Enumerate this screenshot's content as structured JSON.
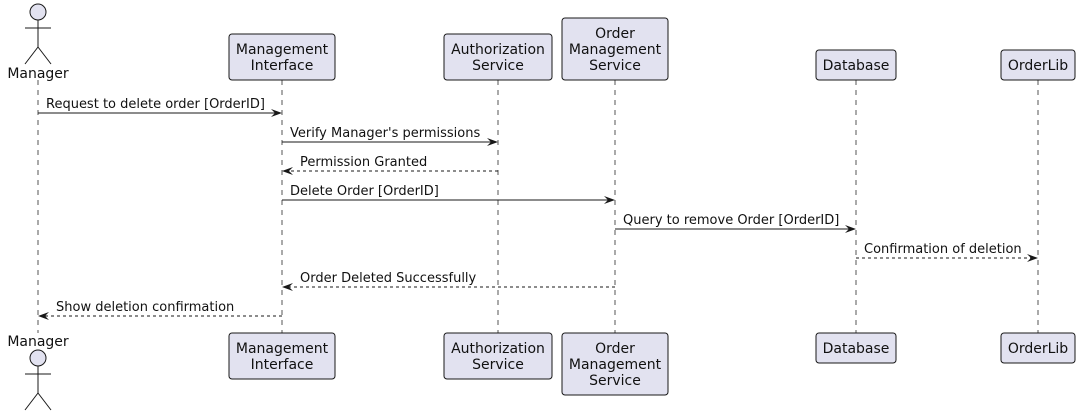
{
  "participants": [
    {
      "id": "manager",
      "kind": "actor",
      "lines": [
        "Manager"
      ]
    },
    {
      "id": "mgmt",
      "kind": "participant",
      "lines": [
        "Management",
        "Interface"
      ]
    },
    {
      "id": "auth",
      "kind": "participant",
      "lines": [
        "Authorization",
        "Service"
      ]
    },
    {
      "id": "oms",
      "kind": "participant",
      "lines": [
        "Order",
        "Management",
        "Service"
      ]
    },
    {
      "id": "db",
      "kind": "participant",
      "lines": [
        "Database"
      ]
    },
    {
      "id": "orderlib",
      "kind": "participant",
      "lines": [
        "OrderLib"
      ]
    }
  ],
  "messages": [
    {
      "from": "manager",
      "to": "mgmt",
      "text": "Request to delete order [OrderID]",
      "style": "solid"
    },
    {
      "from": "mgmt",
      "to": "auth",
      "text": "Verify Manager's permissions",
      "style": "solid"
    },
    {
      "from": "auth",
      "to": "mgmt",
      "text": "Permission Granted",
      "style": "dashed"
    },
    {
      "from": "mgmt",
      "to": "oms",
      "text": "Delete Order [OrderID]",
      "style": "solid"
    },
    {
      "from": "oms",
      "to": "db",
      "text": "Query to remove Order [OrderID]",
      "style": "solid"
    },
    {
      "from": "db",
      "to": "orderlib",
      "text": "Confirmation of deletion",
      "style": "dashed"
    },
    {
      "from": "oms",
      "to": "mgmt",
      "text": "Order Deleted Successfully",
      "style": "dashed"
    },
    {
      "from": "mgmt",
      "to": "manager",
      "text": "Show deletion confirmation",
      "style": "dashed"
    }
  ]
}
